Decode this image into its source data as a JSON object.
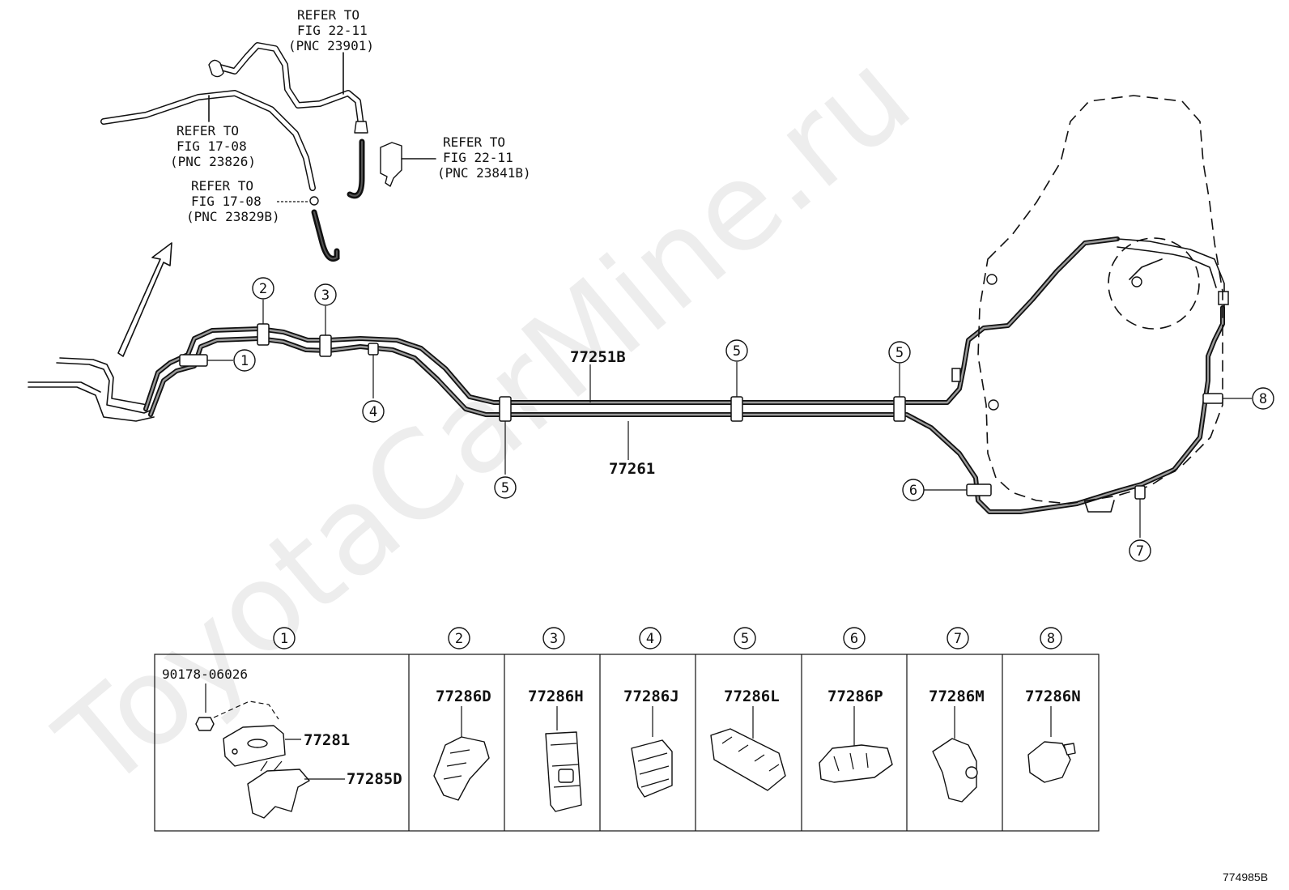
{
  "watermark": "ToyotaCarMine.ru",
  "refs": [
    {
      "line1": "REFER TO",
      "line2": "FIG 22-11",
      "line3": "(PNC 23901)"
    },
    {
      "line1": "REFER TO",
      "line2": "FIG 17-08",
      "line3": "(PNC 23826)"
    },
    {
      "line1": "REFER TO",
      "line2": "FIG 17-08",
      "line3": "(PNC 23829B)"
    },
    {
      "line1": "REFER TO",
      "line2": "FIG 22-11",
      "line3": "(PNC 23841B)"
    }
  ],
  "parts": {
    "tube_upper": "77251B",
    "tube_lower": "77261"
  },
  "callouts": [
    "①",
    "②",
    "③",
    "④",
    "⑤",
    "⑥",
    "⑦",
    "⑧"
  ],
  "table": {
    "headers": [
      "①",
      "②",
      "③",
      "④",
      "⑤",
      "⑥",
      "⑦",
      "⑧"
    ],
    "cell1": {
      "bolt": "90178-06026",
      "bracket": "77281",
      "clamp": "77285D"
    },
    "cells": [
      "77286D",
      "77286H",
      "77286J",
      "77286L",
      "77286P",
      "77286M",
      "77286N"
    ]
  },
  "figure_code": "774985B"
}
